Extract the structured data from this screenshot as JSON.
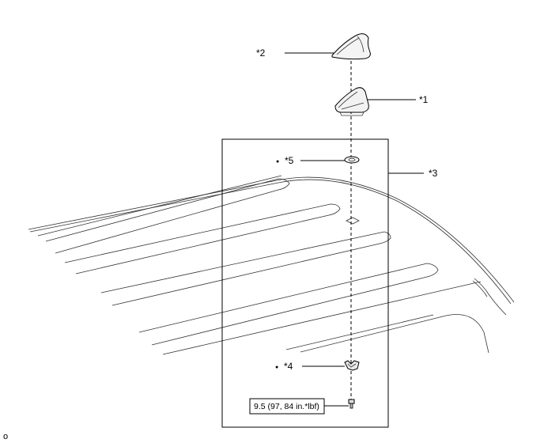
{
  "callouts": {
    "c1": "*1",
    "c2": "*2",
    "c3": "*3",
    "c4": "*4",
    "c5": "*5"
  },
  "bullet": "●",
  "torque": "9.5 (97, 84 in.*lbf)",
  "corner_mark": "o"
}
